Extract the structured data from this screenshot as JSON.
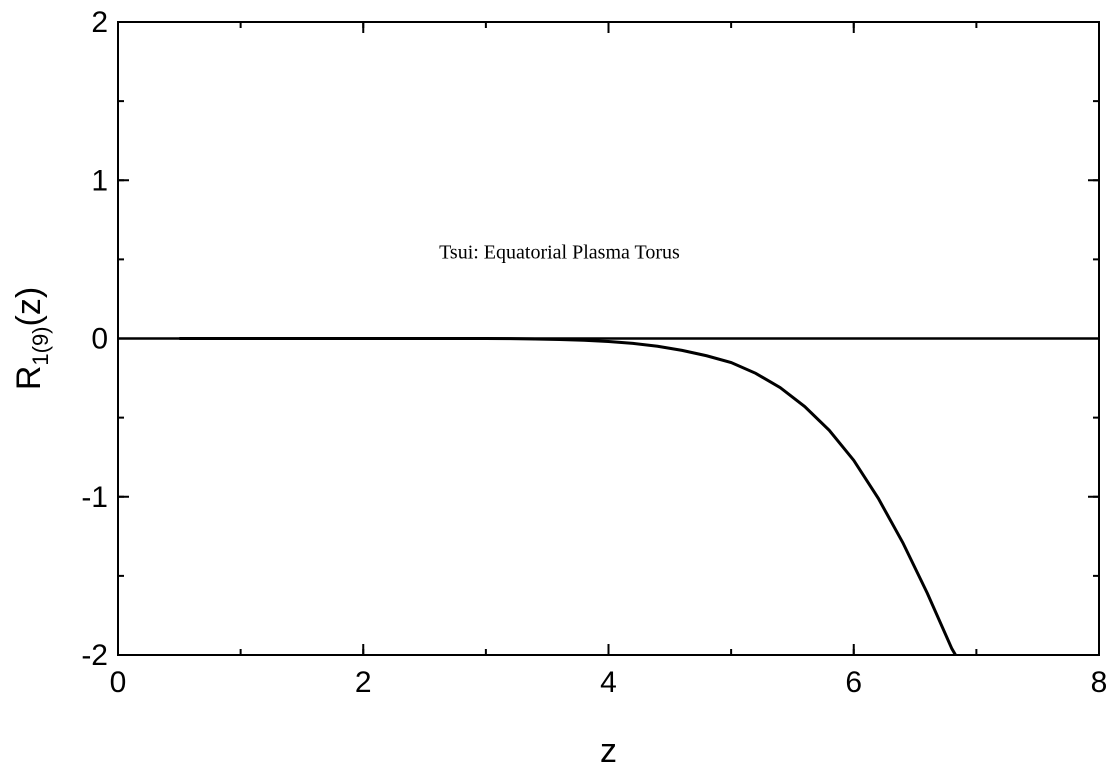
{
  "chart_data": {
    "type": "line",
    "title": "",
    "xlabel": "z",
    "ylabel": {
      "main": "R",
      "subscript": "1(9)",
      "suffix": "(z)"
    },
    "xlim": [
      0,
      8
    ],
    "ylim": [
      -2,
      2
    ],
    "xticks": [
      {
        "value": 0,
        "label": "0"
      },
      {
        "value": 2,
        "label": "2"
      },
      {
        "value": 4,
        "label": "4"
      },
      {
        "value": 6,
        "label": "6"
      },
      {
        "value": 8,
        "label": "8"
      }
    ],
    "yticks": [
      {
        "value": 2,
        "label": "2"
      },
      {
        "value": 1,
        "label": "1"
      },
      {
        "value": 0,
        "label": "0"
      },
      {
        "value": -1,
        "label": "-1"
      },
      {
        "value": -2,
        "label": "-2"
      }
    ],
    "x_minor_step": 1,
    "y_minor_step": 0.5,
    "grid": false,
    "legend": "none",
    "annotation": {
      "text": "Tsui: Equatorial Plasma Torus",
      "x": 3.6,
      "y": 0.55
    },
    "reference_line": {
      "y": 0,
      "x_start": 0,
      "x_end": 8
    },
    "series": [
      {
        "x": [
          0.5,
          1.0,
          1.5,
          2.0,
          2.5,
          3.0,
          3.2,
          3.4,
          3.6,
          3.8,
          4.0,
          4.2,
          4.4,
          4.6,
          4.8,
          5.0,
          5.2,
          5.4,
          5.6,
          5.8,
          6.0,
          6.2,
          6.4,
          6.6,
          6.8,
          6.83
        ],
        "y": [
          0,
          0,
          0,
          0,
          0,
          0,
          -0.001,
          -0.003,
          -0.006,
          -0.011,
          -0.019,
          -0.031,
          -0.049,
          -0.075,
          -0.109,
          -0.152,
          -0.22,
          -0.31,
          -0.43,
          -0.58,
          -0.77,
          -1.01,
          -1.29,
          -1.61,
          -1.96,
          -2.0
        ],
        "color": "#000000"
      }
    ]
  }
}
